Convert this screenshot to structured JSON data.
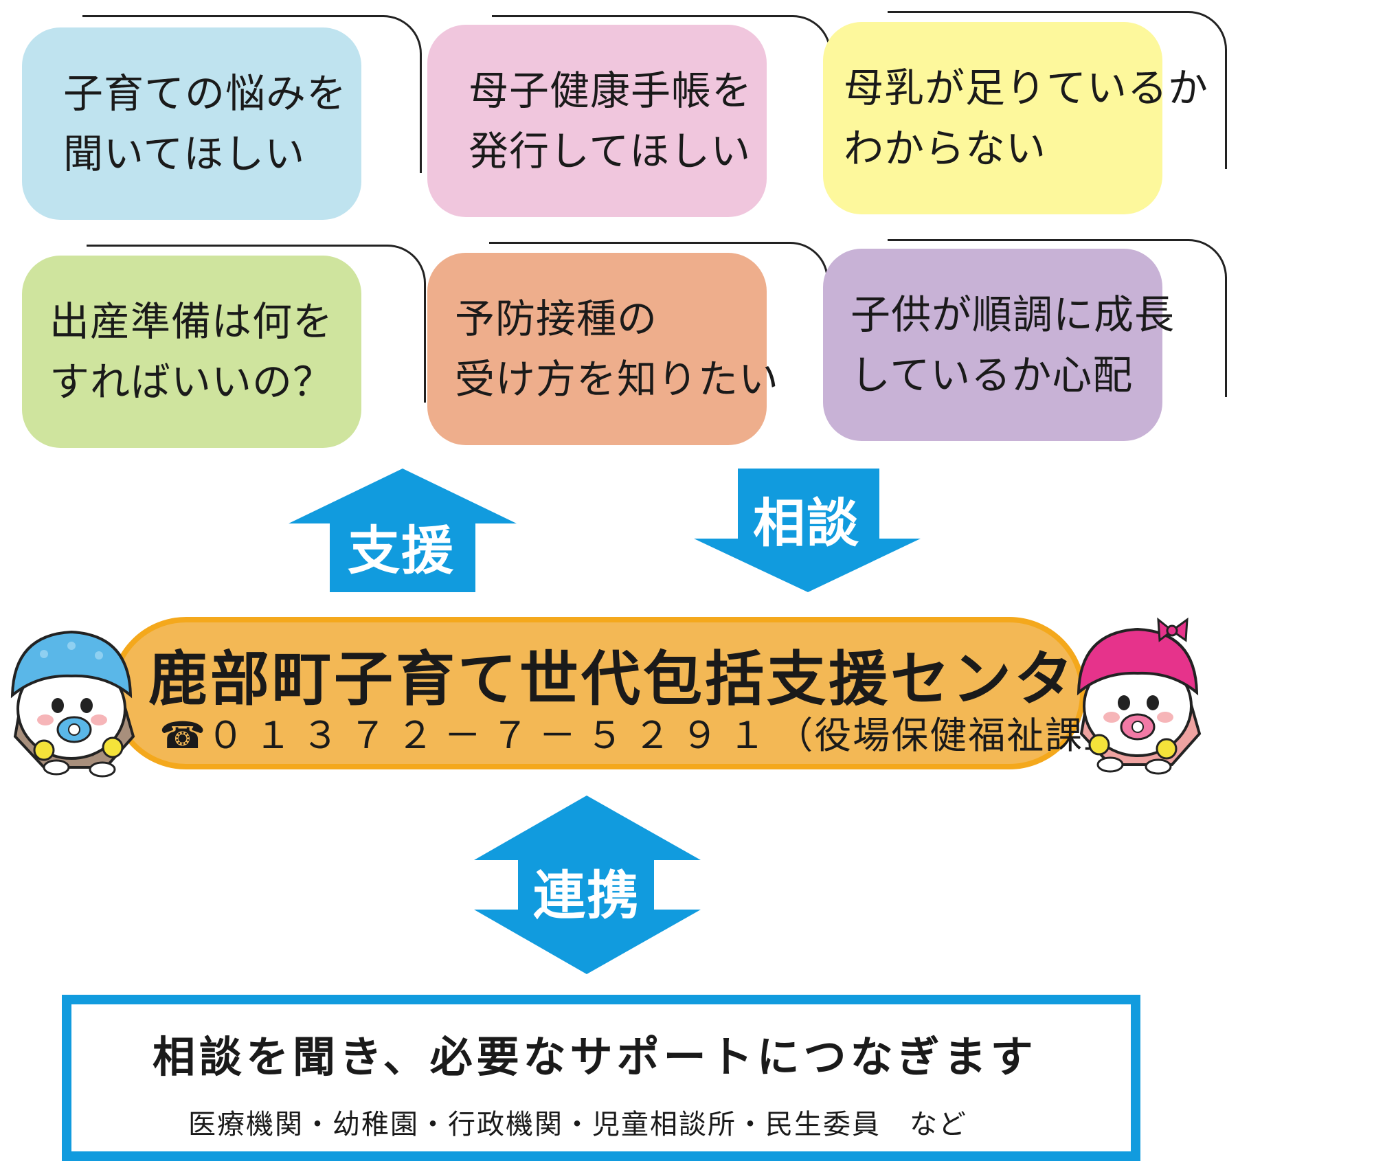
{
  "cards": [
    {
      "line1": "子育ての悩みを",
      "line2": "聞いてほしい",
      "color": "#bfe3ef"
    },
    {
      "line1": "母子健康手帳を",
      "line2": "発行してほしい",
      "color": "#f0c6dd"
    },
    {
      "line1": "母乳が足りているか",
      "line2": "わからない",
      "color": "#fdf89c"
    },
    {
      "line1": "出産準備は何を",
      "line2": "すればいいの？",
      "color": "#cfe49e"
    },
    {
      "line1": "予防接種の",
      "line2": "受け方を知りたい",
      "color": "#eeae8c"
    },
    {
      "line1": "子供が順調に成長",
      "line2": "しているか心配",
      "color": "#c8b2d6"
    }
  ],
  "arrows": {
    "support": "支援",
    "consult": "相談",
    "cooperate": "連携",
    "color": "#119bde"
  },
  "center": {
    "title": "鹿部町子育て世代包括支援センター",
    "phone_icon": "☎",
    "phone": "０１３７２－７－５２９１",
    "note": "（役場保健福祉課直通）",
    "fill": "#f3b855",
    "border": "#f4a81c"
  },
  "bottom": {
    "main": "相談を聞き、必要なサポートにつなぎます",
    "sub": "医療機関・幼稚園・行政機関・児童相談所・民生委員　など",
    "border": "#119bde"
  },
  "icons": {
    "left_mascot": "baby-mascot-blue-hat-icon",
    "right_mascot": "baby-mascot-pink-hat-icon",
    "phone": "telephone-icon"
  }
}
